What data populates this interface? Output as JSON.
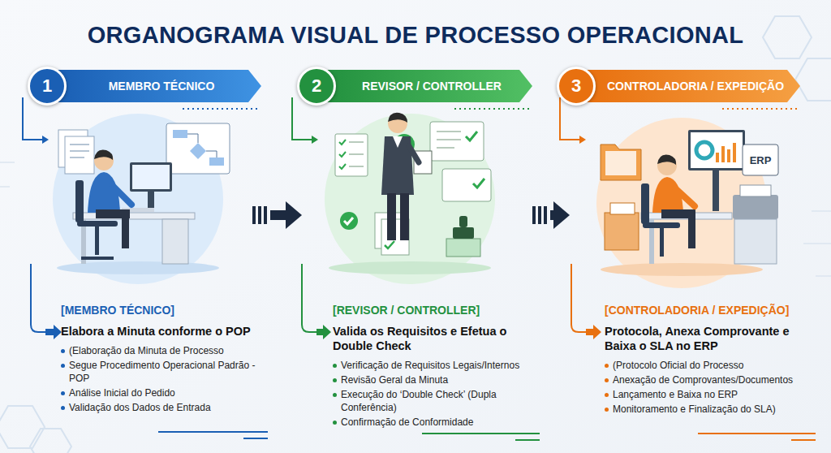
{
  "diagram": {
    "title": "ORGANOGRAMA VISUAL DE PROCESSO OPERACIONAL",
    "nodes": [
      {
        "text": [
          "MEMBRO TÉCNICO"
        ]
      },
      {
        "text": [
          "1"
        ],
        "in": 0
      },
      {
        "text": [
          "[MEMBRO TÉCNICO]",
          "Elabora a Minuta conforme o POP",
          "(Elaboração da Minuta de Processo",
          "Segue Procedimento Operacional Padrão - POP",
          "Análise Inicial do Pedido",
          "Validação dos Dados de Entrada"
        ]
      },
      {
        "text": [
          "REVISOR / CONTROLLER"
        ]
      },
      {
        "text": [
          "2"
        ],
        "in": 3
      },
      {
        "text": [
          "[REVISOR / CONTROLLER]",
          "Valida os Requisitos e Efetua o Double Check",
          "Verificação de Requisitos Legais/Internos",
          "Revisão Geral da Minuta",
          "Execução do ‘Double Check’ (Dupla Conferência)",
          "Confirmação de Conformidade"
        ]
      },
      {
        "text": [
          "CONTROLADORIA / EXPEDIÇÃO"
        ]
      },
      {
        "text": [
          "3"
        ],
        "in": 6
      },
      {
        "text": [
          "[CONTROLADORIA / EXPEDIÇÃO]",
          "Protocola, Anexa Comprovante e Baixa o SLA no ERP",
          "(Protocolo Oficial do Processo",
          "Anexação de Comprovantes/Documentos",
          "Lançamento e Baixa no ERP",
          "Monitoramento e Finalização do SLA)"
        ]
      }
    ],
    "edges": [
      {
        "from": 2,
        "to": 5,
        "arrow": "to"
      },
      {
        "from": 5,
        "to": 8,
        "arrow": "to"
      }
    ],
    "labels": [
      "ERP"
    ]
  }
}
